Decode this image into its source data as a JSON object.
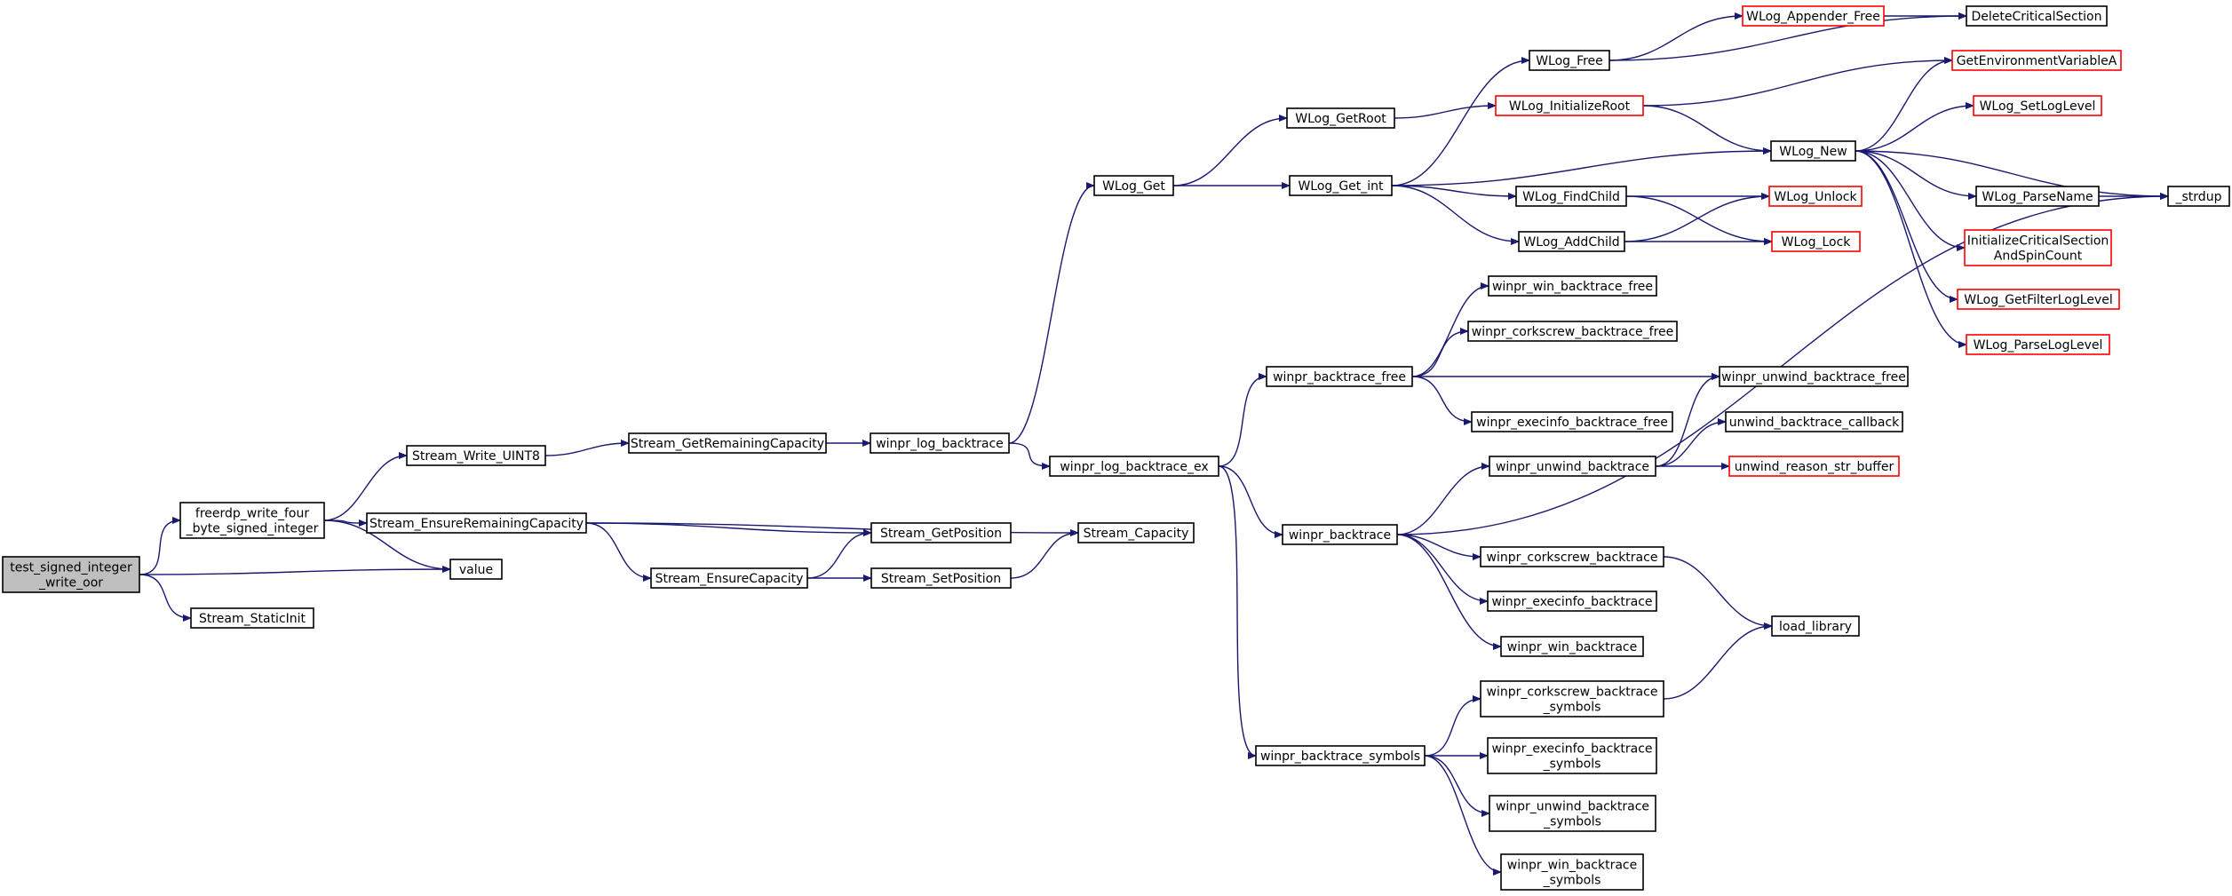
{
  "colors": {
    "edge": "#191970",
    "node_border": "#000000",
    "truncated_border": "#ff0000",
    "focus_fill": "#bfbfbf",
    "node_fill": "#ffffff"
  },
  "nodes": [
    {
      "id": "test_signed",
      "lines": [
        "test_signed_integer",
        "_write_oor"
      ],
      "style": "focus"
    },
    {
      "id": "freerdp_write",
      "lines": [
        "freerdp_write_four",
        "_byte_signed_integer"
      ],
      "style": "normal"
    },
    {
      "id": "value",
      "lines": [
        "value"
      ],
      "style": "normal"
    },
    {
      "id": "stream_staticinit",
      "lines": [
        "Stream_StaticInit"
      ],
      "style": "normal"
    },
    {
      "id": "stream_write_uint8",
      "lines": [
        "Stream_Write_UINT8"
      ],
      "style": "normal"
    },
    {
      "id": "stream_ensure_remaining",
      "lines": [
        "Stream_EnsureRemainingCapacity"
      ],
      "style": "normal"
    },
    {
      "id": "stream_get_remaining",
      "lines": [
        "Stream_GetRemainingCapacity"
      ],
      "style": "normal"
    },
    {
      "id": "stream_get_position",
      "lines": [
        "Stream_GetPosition"
      ],
      "style": "normal"
    },
    {
      "id": "stream_ensure_capacity",
      "lines": [
        "Stream_EnsureCapacity"
      ],
      "style": "normal"
    },
    {
      "id": "stream_set_position",
      "lines": [
        "Stream_SetPosition"
      ],
      "style": "normal"
    },
    {
      "id": "stream_capacity",
      "lines": [
        "Stream_Capacity"
      ],
      "style": "normal"
    },
    {
      "id": "winpr_log_backtrace",
      "lines": [
        "winpr_log_backtrace"
      ],
      "style": "normal"
    },
    {
      "id": "winpr_log_backtrace_ex",
      "lines": [
        "winpr_log_backtrace_ex"
      ],
      "style": "normal"
    },
    {
      "id": "wlog_get",
      "lines": [
        "WLog_Get"
      ],
      "style": "normal"
    },
    {
      "id": "wlog_getroot",
      "lines": [
        "WLog_GetRoot"
      ],
      "style": "normal"
    },
    {
      "id": "wlog_get_int",
      "lines": [
        "WLog_Get_int"
      ],
      "style": "normal"
    },
    {
      "id": "wlog_free",
      "lines": [
        "WLog_Free"
      ],
      "style": "normal"
    },
    {
      "id": "wlog_initializeroot",
      "lines": [
        "WLog_InitializeRoot"
      ],
      "style": "truncated"
    },
    {
      "id": "wlog_appender_free",
      "lines": [
        "WLog_Appender_Free"
      ],
      "style": "truncated"
    },
    {
      "id": "delete_critical_section",
      "lines": [
        "DeleteCriticalSection"
      ],
      "style": "normal"
    },
    {
      "id": "get_env_var",
      "lines": [
        "GetEnvironmentVariableA"
      ],
      "style": "truncated"
    },
    {
      "id": "wlog_setloglevel",
      "lines": [
        "WLog_SetLogLevel"
      ],
      "style": "truncated"
    },
    {
      "id": "wlog_new",
      "lines": [
        "WLog_New"
      ],
      "style": "normal"
    },
    {
      "id": "wlog_findchild",
      "lines": [
        "WLog_FindChild"
      ],
      "style": "normal"
    },
    {
      "id": "wlog_addchild",
      "lines": [
        "WLog_AddChild"
      ],
      "style": "normal"
    },
    {
      "id": "wlog_unlock",
      "lines": [
        "WLog_Unlock"
      ],
      "style": "truncated"
    },
    {
      "id": "wlog_lock",
      "lines": [
        "WLog_Lock"
      ],
      "style": "truncated"
    },
    {
      "id": "wlog_parsename",
      "lines": [
        "WLog_ParseName"
      ],
      "style": "normal"
    },
    {
      "id": "strdup",
      "lines": [
        "_strdup"
      ],
      "style": "normal"
    },
    {
      "id": "init_crit_section",
      "lines": [
        "InitializeCriticalSection",
        "AndSpinCount"
      ],
      "style": "truncated"
    },
    {
      "id": "wlog_getfilterloglevel",
      "lines": [
        "WLog_GetFilterLogLevel"
      ],
      "style": "truncated"
    },
    {
      "id": "wlog_parseloglevel",
      "lines": [
        "WLog_ParseLogLevel"
      ],
      "style": "truncated"
    },
    {
      "id": "winpr_backtrace_free",
      "lines": [
        "winpr_backtrace_free"
      ],
      "style": "normal"
    },
    {
      "id": "winpr_win_backtrace_free",
      "lines": [
        "winpr_win_backtrace_free"
      ],
      "style": "normal"
    },
    {
      "id": "winpr_corkscrew_backtrace_free",
      "lines": [
        "winpr_corkscrew_backtrace_free"
      ],
      "style": "normal"
    },
    {
      "id": "winpr_unwind_backtrace_free",
      "lines": [
        "winpr_unwind_backtrace_free"
      ],
      "style": "normal"
    },
    {
      "id": "winpr_execinfo_backtrace_free",
      "lines": [
        "winpr_execinfo_backtrace_free"
      ],
      "style": "normal"
    },
    {
      "id": "unwind_backtrace_callback",
      "lines": [
        "unwind_backtrace_callback"
      ],
      "style": "normal"
    },
    {
      "id": "winpr_unwind_backtrace",
      "lines": [
        "winpr_unwind_backtrace"
      ],
      "style": "normal"
    },
    {
      "id": "unwind_reason_str_buffer",
      "lines": [
        "unwind_reason_str_buffer"
      ],
      "style": "truncated"
    },
    {
      "id": "winpr_backtrace",
      "lines": [
        "winpr_backtrace"
      ],
      "style": "normal"
    },
    {
      "id": "winpr_corkscrew_backtrace",
      "lines": [
        "winpr_corkscrew_backtrace"
      ],
      "style": "normal"
    },
    {
      "id": "winpr_execinfo_backtrace",
      "lines": [
        "winpr_execinfo_backtrace"
      ],
      "style": "normal"
    },
    {
      "id": "winpr_win_backtrace",
      "lines": [
        "winpr_win_backtrace"
      ],
      "style": "normal"
    },
    {
      "id": "load_library",
      "lines": [
        "load_library"
      ],
      "style": "normal"
    },
    {
      "id": "winpr_backtrace_symbols",
      "lines": [
        "winpr_backtrace_symbols"
      ],
      "style": "normal"
    },
    {
      "id": "winpr_corkscrew_backtrace_symbols",
      "lines": [
        "winpr_corkscrew_backtrace",
        "_symbols"
      ],
      "style": "normal"
    },
    {
      "id": "winpr_execinfo_backtrace_symbols",
      "lines": [
        "winpr_execinfo_backtrace",
        "_symbols"
      ],
      "style": "normal"
    },
    {
      "id": "winpr_unwind_backtrace_symbols",
      "lines": [
        "winpr_unwind_backtrace",
        "_symbols"
      ],
      "style": "normal"
    },
    {
      "id": "winpr_win_backtrace_symbols",
      "lines": [
        "winpr_win_backtrace",
        "_symbols"
      ],
      "style": "normal"
    }
  ],
  "edges": [
    [
      "test_signed",
      "freerdp_write"
    ],
    [
      "test_signed",
      "value"
    ],
    [
      "test_signed",
      "stream_staticinit"
    ],
    [
      "freerdp_write",
      "stream_write_uint8"
    ],
    [
      "freerdp_write",
      "stream_ensure_remaining"
    ],
    [
      "freerdp_write",
      "value"
    ],
    [
      "stream_write_uint8",
      "stream_get_remaining"
    ],
    [
      "stream_get_remaining",
      "winpr_log_backtrace"
    ],
    [
      "stream_ensure_remaining",
      "stream_capacity"
    ],
    [
      "stream_ensure_remaining",
      "stream_get_position"
    ],
    [
      "stream_ensure_remaining",
      "stream_ensure_capacity"
    ],
    [
      "stream_ensure_capacity",
      "stream_get_position"
    ],
    [
      "stream_ensure_capacity",
      "stream_set_position"
    ],
    [
      "stream_set_position",
      "stream_capacity"
    ],
    [
      "winpr_log_backtrace",
      "wlog_get"
    ],
    [
      "winpr_log_backtrace",
      "winpr_log_backtrace_ex"
    ],
    [
      "wlog_get",
      "wlog_getroot"
    ],
    [
      "wlog_get",
      "wlog_get_int"
    ],
    [
      "wlog_getroot",
      "wlog_initializeroot"
    ],
    [
      "wlog_get_int",
      "wlog_free"
    ],
    [
      "wlog_get_int",
      "wlog_new"
    ],
    [
      "wlog_get_int",
      "wlog_findchild"
    ],
    [
      "wlog_get_int",
      "wlog_addchild"
    ],
    [
      "wlog_free",
      "wlog_appender_free"
    ],
    [
      "wlog_free",
      "delete_critical_section"
    ],
    [
      "wlog_appender_free",
      "delete_critical_section"
    ],
    [
      "wlog_initializeroot",
      "get_env_var"
    ],
    [
      "wlog_initializeroot",
      "wlog_new"
    ],
    [
      "wlog_new",
      "get_env_var"
    ],
    [
      "wlog_new",
      "wlog_setloglevel"
    ],
    [
      "wlog_new",
      "strdup"
    ],
    [
      "wlog_new",
      "wlog_parsename"
    ],
    [
      "wlog_new",
      "init_crit_section"
    ],
    [
      "wlog_new",
      "wlog_getfilterloglevel"
    ],
    [
      "wlog_new",
      "wlog_parseloglevel"
    ],
    [
      "wlog_parsename",
      "strdup"
    ],
    [
      "wlog_findchild",
      "wlog_unlock"
    ],
    [
      "wlog_findchild",
      "wlog_lock"
    ],
    [
      "wlog_addchild",
      "wlog_unlock"
    ],
    [
      "wlog_addchild",
      "wlog_lock"
    ],
    [
      "winpr_log_backtrace_ex",
      "winpr_backtrace_free"
    ],
    [
      "winpr_log_backtrace_ex",
      "winpr_backtrace"
    ],
    [
      "winpr_log_backtrace_ex",
      "winpr_backtrace_symbols"
    ],
    [
      "winpr_backtrace_free",
      "winpr_win_backtrace_free"
    ],
    [
      "winpr_backtrace_free",
      "winpr_corkscrew_backtrace_free"
    ],
    [
      "winpr_backtrace_free",
      "winpr_unwind_backtrace_free"
    ],
    [
      "winpr_backtrace_free",
      "winpr_execinfo_backtrace_free"
    ],
    [
      "winpr_unwind_backtrace",
      "winpr_unwind_backtrace_free"
    ],
    [
      "winpr_unwind_backtrace",
      "unwind_backtrace_callback"
    ],
    [
      "winpr_unwind_backtrace",
      "unwind_reason_str_buffer"
    ],
    [
      "winpr_backtrace",
      "winpr_unwind_backtrace"
    ],
    [
      "winpr_backtrace",
      "strdup"
    ],
    [
      "winpr_backtrace",
      "winpr_corkscrew_backtrace"
    ],
    [
      "winpr_backtrace",
      "winpr_execinfo_backtrace"
    ],
    [
      "winpr_backtrace",
      "winpr_win_backtrace"
    ],
    [
      "winpr_corkscrew_backtrace",
      "load_library"
    ],
    [
      "winpr_backtrace_symbols",
      "winpr_corkscrew_backtrace_symbols"
    ],
    [
      "winpr_backtrace_symbols",
      "winpr_execinfo_backtrace_symbols"
    ],
    [
      "winpr_backtrace_symbols",
      "winpr_unwind_backtrace_symbols"
    ],
    [
      "winpr_backtrace_symbols",
      "winpr_win_backtrace_symbols"
    ],
    [
      "winpr_corkscrew_backtrace_symbols",
      "load_library"
    ]
  ]
}
